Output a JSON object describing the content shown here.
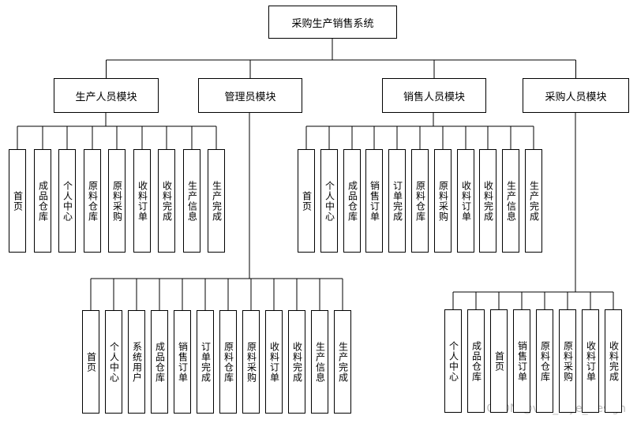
{
  "root": "采购生产销售系统",
  "modules": [
    {
      "id": "production",
      "title": "生产人员模块",
      "items": [
        "首页",
        "成品仓库",
        "个人中心",
        "原料仓库",
        "原料采购",
        "收料订单",
        "收料完成",
        "生产信息",
        "生产完成"
      ]
    },
    {
      "id": "admin",
      "title": "管理员模块",
      "items": [
        "首页",
        "个人中心",
        "系统用户",
        "成品仓库",
        "销售订单",
        "订单完成",
        "原料仓库",
        "原料采购",
        "收料订单",
        "收料完成",
        "生产信息",
        "生产完成"
      ]
    },
    {
      "id": "sales",
      "title": "销售人员模块",
      "items": [
        "首页",
        "个人中心",
        "成品仓库",
        "销售订单",
        "订单完成",
        "原料仓库",
        "原料采购",
        "收料订单",
        "收料完成",
        "生产信息",
        "生产完成"
      ]
    },
    {
      "id": "purchase",
      "title": "采购人员模块",
      "items": [
        "个人中心",
        "成品仓库",
        "首页",
        "销售订单",
        "原料仓库",
        "原料采购",
        "收料订单",
        "收料完成"
      ]
    }
  ],
  "watermark": "CSDN @vx2_Biye_Design"
}
